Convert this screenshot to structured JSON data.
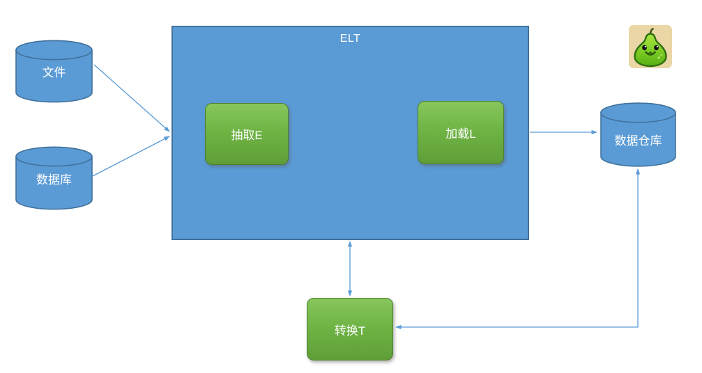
{
  "diagram": {
    "title": "ELT",
    "nodes": {
      "file": {
        "label": "文件",
        "shape": "cylinder"
      },
      "database": {
        "label": "数据库",
        "shape": "cylinder"
      },
      "extract": {
        "label": "抽取E",
        "shape": "rounded-rect"
      },
      "load": {
        "label": "加载L",
        "shape": "rounded-rect"
      },
      "warehouse": {
        "label": "数据仓库",
        "shape": "cylinder"
      },
      "transform": {
        "label": "转换T",
        "shape": "rounded-rect"
      }
    },
    "connectors": [
      {
        "from": "file",
        "to": "elt-container",
        "arrow": "end"
      },
      {
        "from": "database",
        "to": "elt-container",
        "arrow": "end"
      },
      {
        "from": "elt-container",
        "to": "warehouse",
        "arrow": "end"
      },
      {
        "from": "elt-container",
        "to": "transform",
        "arrow": "both"
      },
      {
        "from": "warehouse",
        "to": "transform",
        "arrow": "both"
      }
    ],
    "colors": {
      "node_blue": "#5B9BD5",
      "node_blue_border": "#41719C",
      "node_green_top": "#87c65d",
      "node_green_bottom": "#5f9e38",
      "node_green_border": "#4e7d2f",
      "connector": "#5B9BD5",
      "text": "#FFFFFF",
      "logo_background": "#EAD7A5",
      "logo_pear": "#7DCB24"
    },
    "logo": {
      "name": "pear-mascot"
    }
  }
}
